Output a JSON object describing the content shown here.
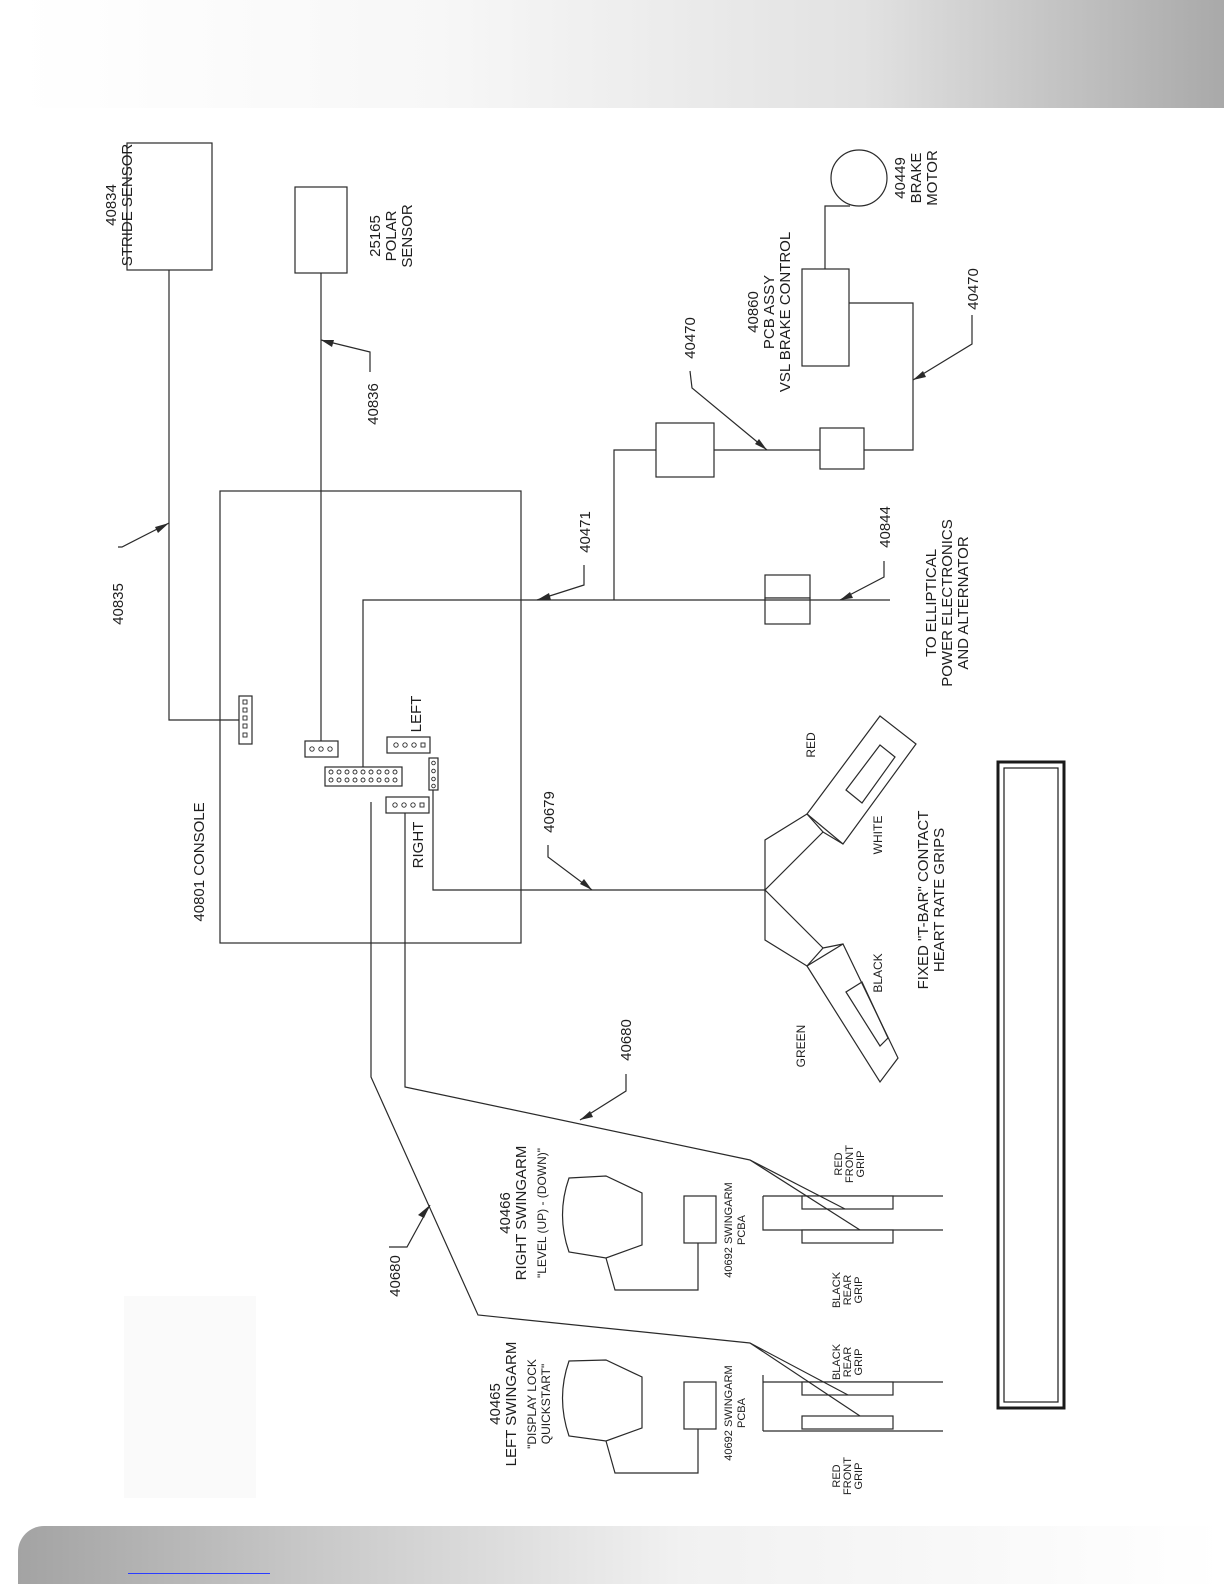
{
  "labels": {
    "stride_sensor": [
      "40834",
      "STRIDE SENSOR"
    ],
    "polar_sensor": [
      "25165",
      "POLAR",
      "SENSOR"
    ],
    "brake_motor": [
      "40449",
      "BRAKE",
      "MOTOR"
    ],
    "pcb_assy": [
      "40860",
      "PCB ASSY",
      "VSL BRAKE CONTROL"
    ],
    "cable_40470_a": "40470",
    "cable_40470_b": "40470",
    "cable_40836": "40836",
    "cable_40835": "40835",
    "cable_40471": "40471",
    "cable_40844": "40844",
    "power": [
      "TO ELLIPTICAL",
      "POWER ELECTRONICS",
      "AND ALTERNATOR"
    ],
    "console": "40801 CONSOLE",
    "left_port": "LEFT",
    "right_port": "RIGHT",
    "cable_40679": "40679",
    "tbar_red": "RED",
    "tbar_white": "WHITE",
    "tbar_black": "BLACK",
    "tbar_green": "GREEN",
    "tbar_title": [
      "FIXED \"T-BAR\" CONTACT",
      "HEART RATE GRIPS"
    ],
    "cable_40680_a": "40680",
    "cable_40680_b": "40680",
    "right_swingarm": [
      "40466",
      "RIGHT SWINGARM",
      "\"LEVEL (UP) - (DOWN)\""
    ],
    "right_pcba": [
      "40692 SWINGARM",
      "PCBA"
    ],
    "right_front_grip": [
      "RED",
      "FRONT",
      "GRIP"
    ],
    "right_rear_grip": [
      "BLACK",
      "REAR",
      "GRIP"
    ],
    "left_swingarm": [
      "40465",
      "LEFT SWINGARM",
      "\"DISPLAY LOCK",
      "QUICKSTART\""
    ],
    "left_pcba": [
      "40692 SWINGARM",
      "PCBA"
    ],
    "left_rear_grip": [
      "BLACK",
      "REAR",
      "GRIP"
    ],
    "left_front_grip": [
      "RED",
      "FRONT",
      "GRIP"
    ]
  },
  "colors": {
    "line": "#2a2a2a",
    "footer_link": "#2a3cff"
  }
}
